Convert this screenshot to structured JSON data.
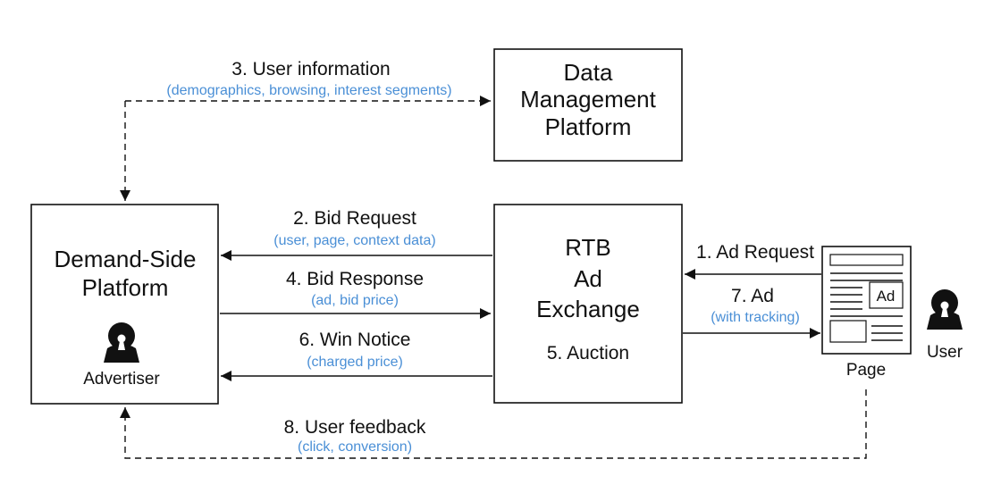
{
  "colors": {
    "annotation": "#4a8fd6",
    "stroke": "#111111"
  },
  "dmp": {
    "line1": "Data",
    "line2": "Management",
    "line3": "Platform"
  },
  "dsp": {
    "line1": "Demand-Side",
    "line2": "Platform",
    "icon": "person-icon",
    "role": "Advertiser"
  },
  "rtb": {
    "line1": "RTB",
    "line2": "Ad",
    "line3": "Exchange",
    "auction": "5. Auction"
  },
  "page": {
    "label": "Page",
    "ad_label": "Ad",
    "icon": "webpage-icon"
  },
  "user": {
    "label": "User",
    "icon": "person-icon"
  },
  "flows": {
    "user_info": {
      "label": "3. User information",
      "detail": "(demographics, browsing, interest segments)"
    },
    "bid_request": {
      "label": "2. Bid Request",
      "detail": "(user, page, context data)"
    },
    "bid_response": {
      "label": "4. Bid Response",
      "detail": "(ad, bid price)"
    },
    "win_notice": {
      "label": "6. Win Notice",
      "detail": "(charged price)"
    },
    "ad_request": {
      "label": "1. Ad Request"
    },
    "ad": {
      "label": "7. Ad",
      "detail": "(with tracking)"
    },
    "user_feedback": {
      "label": "8. User feedback",
      "detail": "(click, conversion)"
    }
  }
}
